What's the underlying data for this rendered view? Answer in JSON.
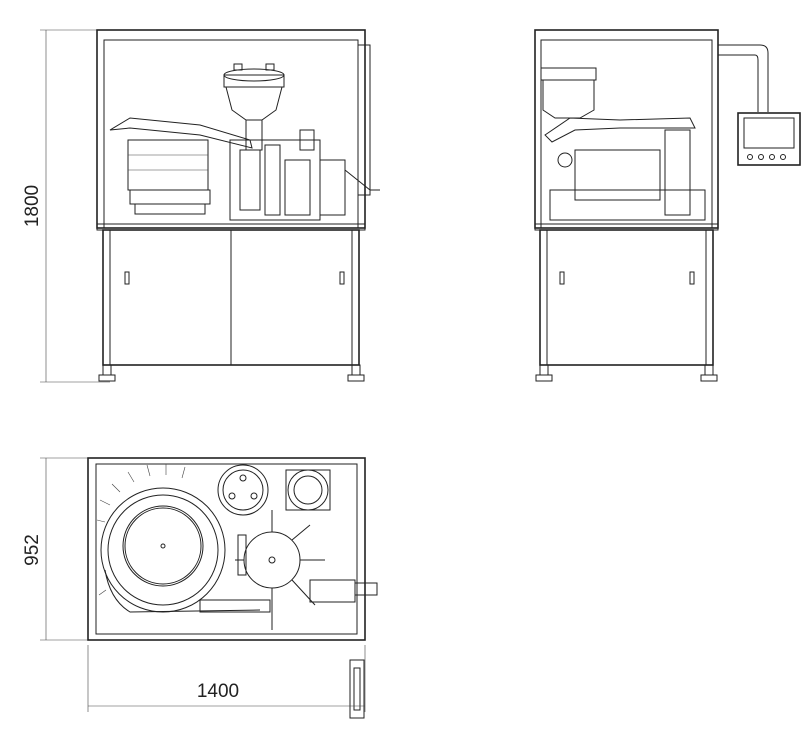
{
  "drawing": {
    "views": [
      "front-view",
      "side-view",
      "top-view"
    ],
    "dimensions": {
      "height": "1800",
      "depth": "952",
      "width": "1400"
    },
    "colors": {
      "line": "#222222",
      "background": "#ffffff"
    }
  }
}
